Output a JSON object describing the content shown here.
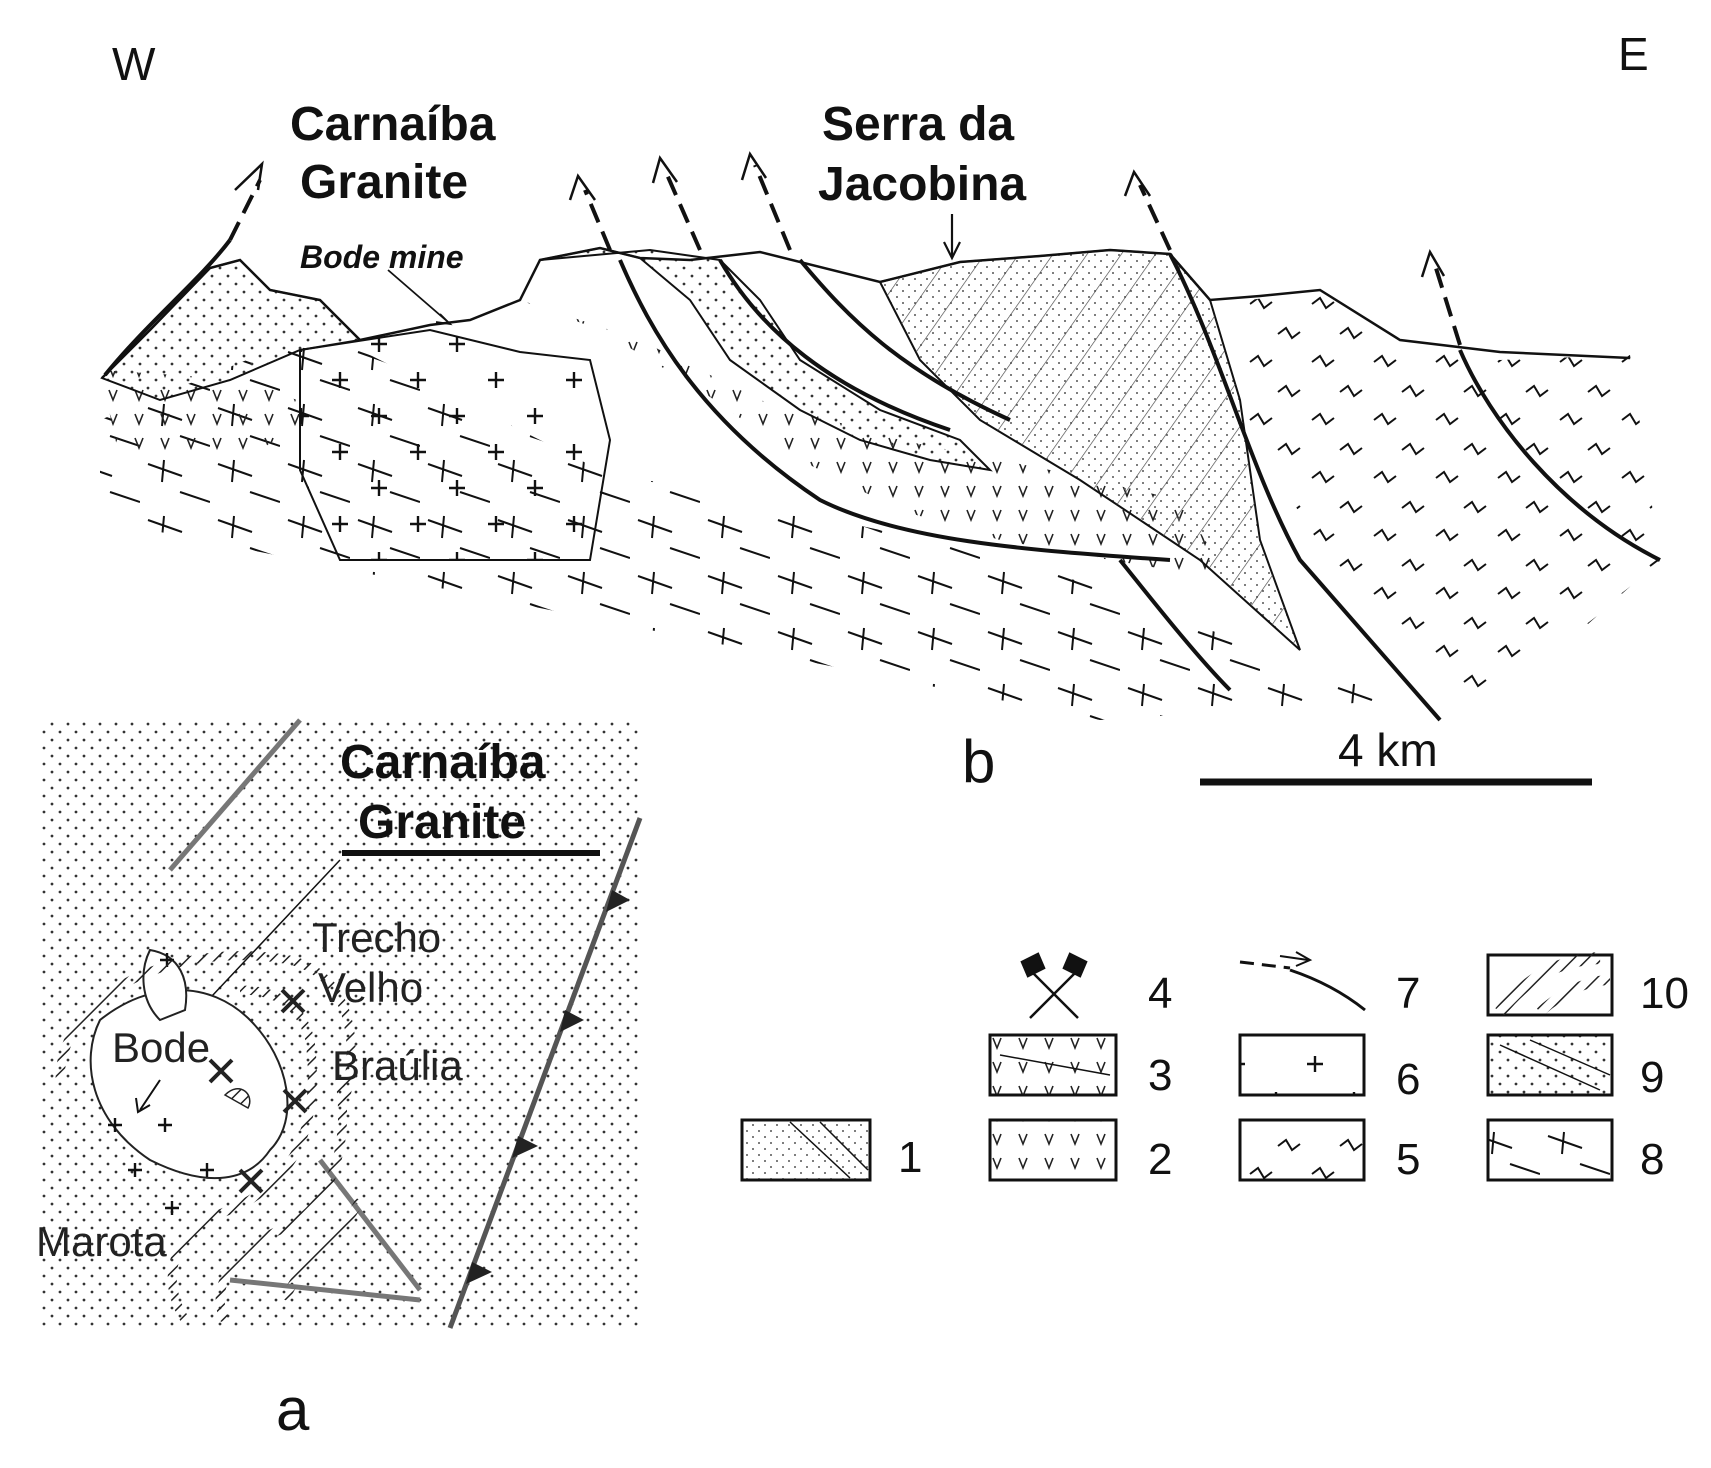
{
  "cross_section": {
    "west": "W",
    "east": "E",
    "granite_label_line1": "Carnaíba",
    "granite_label_line2": "Granite",
    "serra_label_line1": "Serra da",
    "serra_label_line2": "Jacobina",
    "mine_label": "Bode mine",
    "panel_label": "b",
    "scale_label": "4 km"
  },
  "map": {
    "granite_label_line1": "Carnaíba",
    "granite_label_line2": "Granite",
    "places": {
      "trecho_1": "Trecho",
      "trecho_2": "Velho",
      "bode": "Bode",
      "braulia": "Braúlia",
      "marota": "Marota"
    },
    "panel_label": "a"
  },
  "legend": {
    "items": [
      {
        "number": "1",
        "pattern": "dotted-with-diagonal-lines"
      },
      {
        "number": "2",
        "pattern": "v-marks"
      },
      {
        "number": "3",
        "pattern": "v-marks-with-lines"
      },
      {
        "number": "4",
        "pattern": "crossed-hammers-icon"
      },
      {
        "number": "5",
        "pattern": "schist-marks"
      },
      {
        "number": "6",
        "pattern": "crosses"
      },
      {
        "number": "7",
        "pattern": "fault-with-arrow"
      },
      {
        "number": "8",
        "pattern": "tilted-crosses"
      },
      {
        "number": "9",
        "pattern": "dots-with-diagonal-lines"
      },
      {
        "number": "10",
        "pattern": "hatched-bands"
      }
    ]
  },
  "colors": {
    "ink": "#111111",
    "background": "#ffffff"
  }
}
